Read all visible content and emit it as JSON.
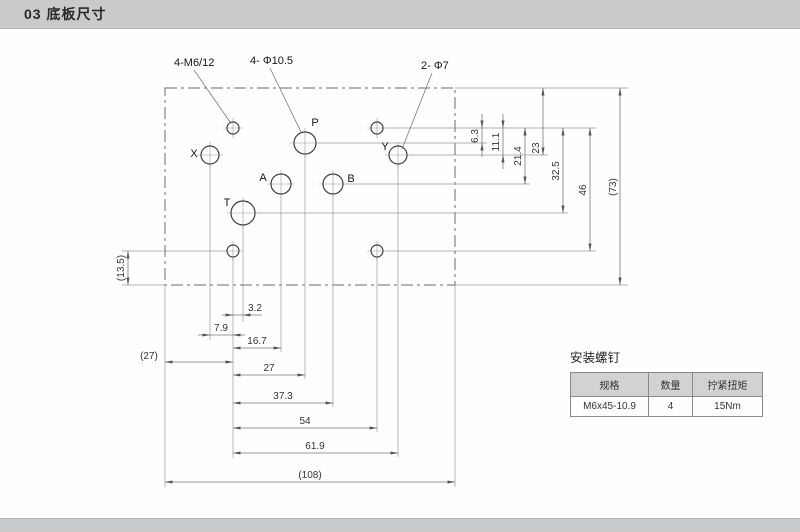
{
  "header": {
    "title": "03 底板尺寸"
  },
  "drawing": {
    "callouts": {
      "mounting_holes": "4-M6/12",
      "main_ports": "4- Φ10.5",
      "pilot_ports": "2- Φ7"
    },
    "ports": {
      "x": "X",
      "p": "P",
      "y": "Y",
      "a": "A",
      "b": "B",
      "t": "T"
    },
    "dims": {
      "v_6_3": "6.3",
      "v_11_1": "11.1",
      "v_21_4": "21.4",
      "v_23": "23",
      "v_32_5": "32.5",
      "v_46": "46",
      "v_73": "(73)",
      "l_13_5": "(13.5)",
      "h_3_2": "3.2",
      "h_7_9": "7.9",
      "h_16_7": "16.7",
      "h_27_ref": "(27)",
      "h_27": "27",
      "h_37_3": "37.3",
      "h_54": "54",
      "h_61_9": "61.9",
      "h_108": "(108)"
    }
  },
  "screw_table": {
    "title": "安装螺钉",
    "headers": [
      "规格",
      "数量",
      "拧紧扭矩"
    ],
    "rows": [
      [
        "M6x45-10.9",
        "4",
        "15Nm"
      ]
    ]
  }
}
